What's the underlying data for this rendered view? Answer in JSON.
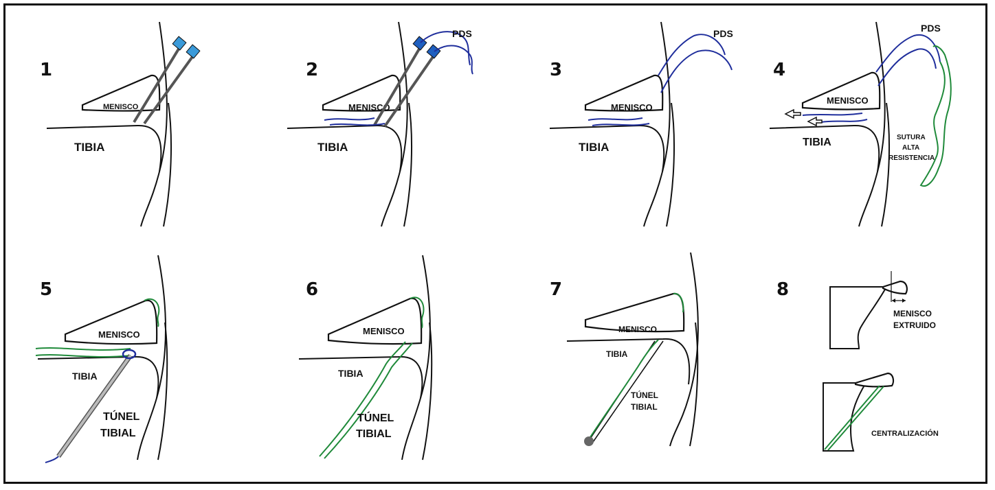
{
  "panels": [
    {
      "number": "1",
      "labels": {
        "menisco": "MENISCO",
        "tibia": "TIBIA"
      }
    },
    {
      "number": "2",
      "labels": {
        "menisco": "MENISCO",
        "tibia": "TIBIA",
        "pds": "PDS"
      }
    },
    {
      "number": "3",
      "labels": {
        "menisco": "MENISCO",
        "tibia": "TIBIA",
        "pds": "PDS"
      }
    },
    {
      "number": "4",
      "labels": {
        "menisco": "MENISCO",
        "tibia": "TIBIA",
        "pds": "PDS",
        "sutura": [
          "SUTURA",
          "ALTA",
          "RESISTENCIA"
        ]
      }
    },
    {
      "number": "5",
      "labels": {
        "menisco": "MENISCO",
        "tibia": "TIBIA",
        "tunel": [
          "TÚNEL",
          "TIBIAL"
        ]
      }
    },
    {
      "number": "6",
      "labels": {
        "menisco": "MENISCO",
        "tibia": "TIBIA",
        "tunel": [
          "TÚNEL",
          "TIBIAL"
        ]
      }
    },
    {
      "number": "7",
      "labels": {
        "menisco": "MENISCO",
        "tibia": "TIBIA",
        "tunel": [
          "TÚNEL",
          "TIBIAL"
        ]
      }
    },
    {
      "number": "8",
      "labels": {
        "extruido": [
          "MENISCO",
          "EXTRUIDO"
        ],
        "centralizacion": "CENTRALIZACIÓN"
      }
    }
  ],
  "colors": {
    "pds_suture": "#1f2e9c",
    "high_resistance_suture": "#1f8a3a",
    "needle_tip": "#3a9ad9"
  }
}
